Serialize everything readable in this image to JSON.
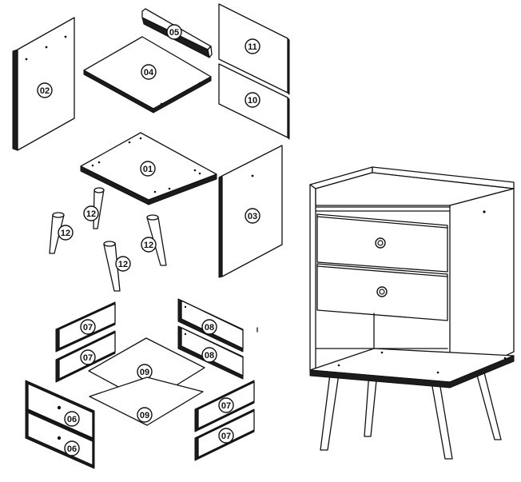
{
  "colors": {
    "line": "#111111",
    "edge": "#1c1c1c",
    "paper": "#ffffff"
  },
  "parts": {
    "p01": "01",
    "p02": "02",
    "p03": "03",
    "p04": "04",
    "p05": "05",
    "p06a": "06",
    "p06b": "06",
    "p07a": "07",
    "p07b": "07",
    "p07c": "07",
    "p07d": "07",
    "p08a": "08",
    "p08b": "08",
    "p09a": "09",
    "p09b": "09",
    "p10": "10",
    "p11": "11",
    "p12a": "12",
    "p12b": "12",
    "p12c": "12",
    "p12d": "12"
  }
}
